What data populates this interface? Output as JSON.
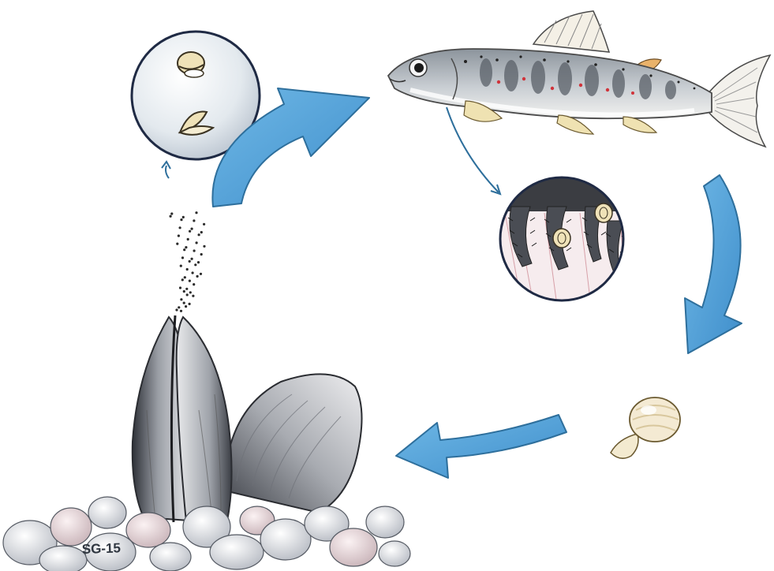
{
  "diagram": {
    "signature": "SG-15",
    "stages": [
      {
        "id": "glochidia-release",
        "icon": "magnified-glochidia-icon"
      },
      {
        "id": "host-fish",
        "icon": "trout-icon"
      },
      {
        "id": "gill-attachment",
        "icon": "magnified-gill-icon"
      },
      {
        "id": "juvenile-mussel",
        "icon": "juvenile-mussel-icon"
      },
      {
        "id": "adult-mussels",
        "icon": "adult-mussel-icon"
      }
    ],
    "colors": {
      "arrow": "#4a9fd8",
      "arrow_edge": "#2e6f9c",
      "shell_dark": "#3a3d44",
      "fish_body": "#b9bec4",
      "fish_fin": "#e7d7a6",
      "gill_red": "#d7a0a8"
    }
  }
}
